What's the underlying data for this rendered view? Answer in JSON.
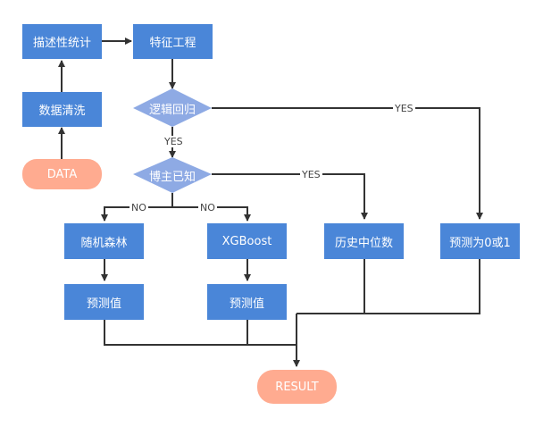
{
  "nodes": {
    "descriptive_stats": "描述性统计",
    "feature_engineering": "特征工程",
    "data_cleaning": "数据清洗",
    "logistic_regression": "逻辑回归",
    "blogger_known": "博主已知",
    "data": "DATA",
    "random_forest": "随机森林",
    "xgboost": "XGBoost",
    "historical_median": "历史中位数",
    "predict_0_or_1": "预测为0或1",
    "prediction_rf": "预测值",
    "prediction_xgb": "预测值",
    "result": "RESULT"
  },
  "edge_labels": {
    "logistic_yes_right": "YES",
    "logistic_yes_down": "YES",
    "blogger_yes": "YES",
    "blogger_no_left": "NO",
    "blogger_no_right": "NO"
  },
  "colors": {
    "process_fill": "#4a86d8",
    "decision_fill": "#8eaae4",
    "terminal_fill": "#ffab90",
    "connector": "#333333"
  }
}
